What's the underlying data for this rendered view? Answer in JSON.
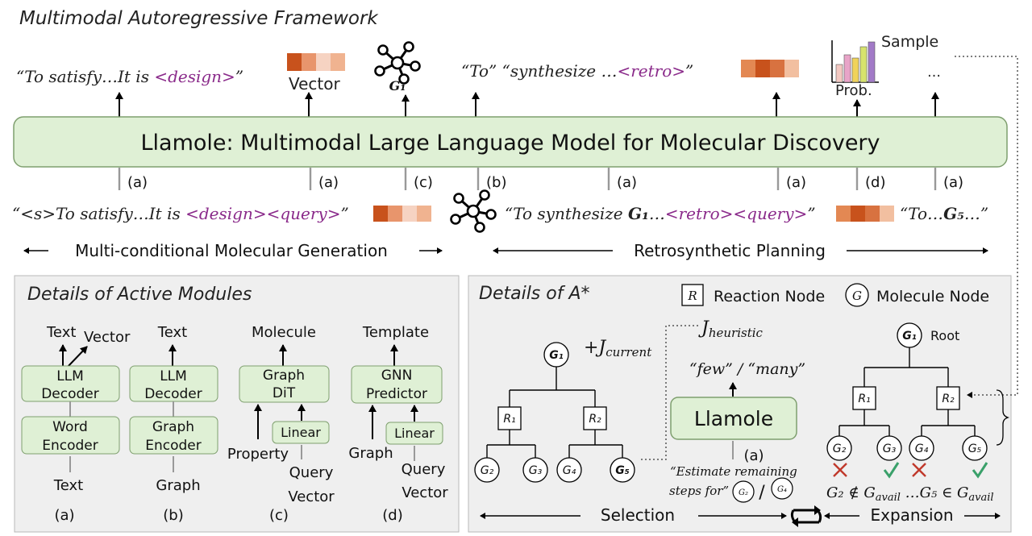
{
  "colors": {
    "green_fill": "#dff0d5",
    "green_stroke": "#7f9f6f",
    "panel_fill": "#efefef",
    "panel_stroke": "#b9b9b9",
    "purple": "#8a2a8a",
    "check": "#3aa06a",
    "cross": "#c0392b",
    "vector_cells": [
      "#c8521c",
      "#e8956c",
      "#f6d3c2",
      "#f0b390"
    ],
    "vector_cells_2": [
      "#e38853",
      "#c8521c",
      "#d87240",
      "#f2bfa0"
    ],
    "prob_bars": [
      "#f3c9c2",
      "#e8a4c8",
      "#f0d35a",
      "#d7e36d",
      "#a27ac7"
    ]
  },
  "title": "Multimodal Autoregressive Framework",
  "top_row": {
    "satisfy_text": "“To satisfy…It is ",
    "satisfy_tag": "<design>",
    "satisfy_close": "”",
    "vector_label": "Vector",
    "g1_label": "G₁",
    "to_text": "“To” “synthesize …",
    "retro_tag": "<retro>",
    "retro_close": "”",
    "prob_label": "Prob.",
    "sample_label": "Sample",
    "ellipsis": "…"
  },
  "main_box_label": "Llamole: Multimodal Large Language Model for Molecular Discovery",
  "module_tags": [
    "(a)",
    "(a)",
    "(c)",
    "(b)",
    "(a)",
    "(a)",
    "(d)",
    "(a)"
  ],
  "bottom_row": {
    "left_prefix": "“<s>To satisfy…It is ",
    "left_design": "<design>",
    "left_query": "<query>",
    "left_close": "”",
    "mid_prefix": "“To synthesize ",
    "mid_g1": "G₁",
    "mid_dots": "…",
    "mid_retro": "<retro>",
    "mid_query": "<query>",
    "mid_close": "”",
    "right_text": "“To…",
    "right_g5": "G₅",
    "right_close": "…”"
  },
  "section_left": "Multi-conditional Molecular Generation",
  "section_right": "Retrosynthetic Planning",
  "panel_left": {
    "title": "Details of Active Modules",
    "col_a": {
      "out1": "Text",
      "out2": "Vector",
      "box1": [
        "LLM",
        "Decoder"
      ],
      "box2": [
        "Word",
        "Encoder"
      ],
      "input": "Text",
      "tag": "(a)"
    },
    "col_b": {
      "out": "Text",
      "box1": [
        "LLM",
        "Decoder"
      ],
      "box2": [
        "Graph",
        "Encoder"
      ],
      "input": "Graph",
      "tag": "(b)"
    },
    "col_c": {
      "out": "Molecule",
      "box": [
        "Graph",
        "DiT"
      ],
      "linear": "Linear",
      "in1": "Property",
      "in2": [
        "Query",
        "Vector"
      ],
      "tag": "(c)"
    },
    "col_d": {
      "out": "Template",
      "box": [
        "GNN",
        "Predictor"
      ],
      "linear": "Linear",
      "in1": "Graph",
      "in2": [
        "Query",
        "Vector"
      ],
      "tag": "(d)"
    }
  },
  "panel_right": {
    "title": "Details of A*",
    "legend_r_symbol": "R",
    "legend_r_label": "Reaction Node",
    "legend_g_symbol": "G",
    "legend_g_label": "Molecule Node",
    "j_current": "+J",
    "j_current_sub": "current",
    "j_heuristic": "J",
    "j_heuristic_sub": "heuristic",
    "few_many": "“few” / “many”",
    "llamole": "Llamole",
    "llamole_tag": "(a)",
    "estimate_line1": "“Estimate remaining",
    "estimate_line2": "steps for”",
    "root_label": "Root",
    "not_avail": "G₂ ∉ G",
    "avail_mid": " …G₅ ∈ G",
    "avail_sub": "avail",
    "selection": "Selection",
    "expansion": "Expansion",
    "left_tree": {
      "root": "G₁",
      "r1": "R₁",
      "r2": "R₂",
      "leaves": [
        "G₂",
        "G₃",
        "G₄",
        "G₅"
      ]
    },
    "right_tree": {
      "root": "G₁",
      "r1": "R₁",
      "r2": "R₂",
      "leaves": [
        "G₂",
        "G₃",
        "G₄",
        "G₅"
      ]
    },
    "small_nodes": [
      "G₂",
      "G₄"
    ],
    "slash": "/"
  }
}
